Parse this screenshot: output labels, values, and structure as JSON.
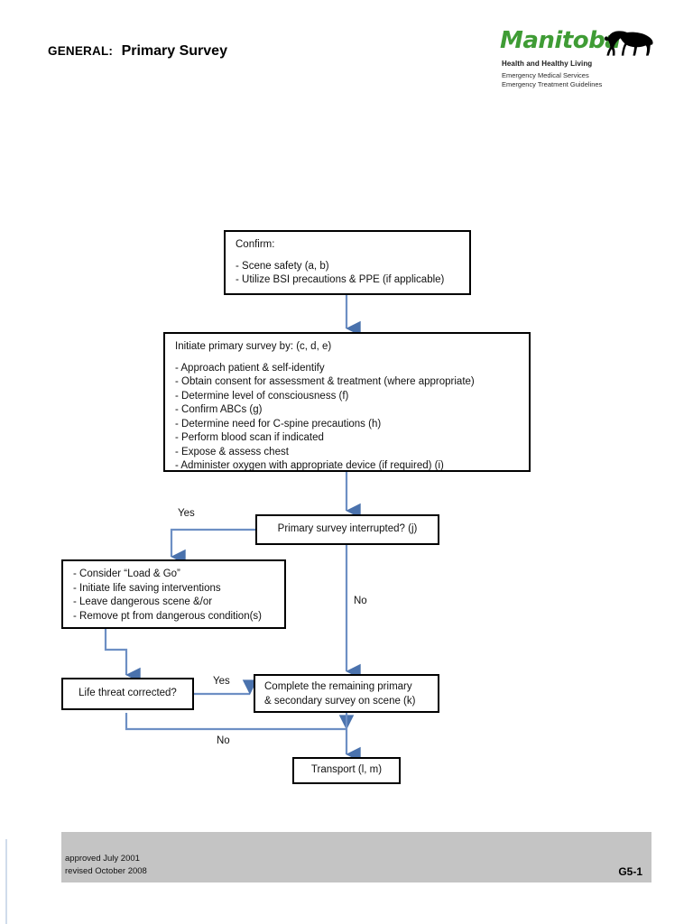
{
  "header": {
    "category": "GENERAL:",
    "title": "Primary Survey"
  },
  "logo": {
    "wordmark": "Manitoba",
    "bison_icon": "bison-icon",
    "line1": "Health and Healthy Living",
    "line2": "Emergency Medical Services",
    "line3": "Emergency Treatment Guidelines",
    "green": "#3f9c35"
  },
  "flowchart": {
    "arrow_color": "#6d8fc4",
    "arrowhead_color": "#4a72ad",
    "box_border": "#000000",
    "nodes": [
      {
        "id": "confirm",
        "heading": "Confirm:",
        "lines": [
          "- Scene safety (a, b)",
          "- Utilize BSI precautions & PPE (if applicable)"
        ]
      },
      {
        "id": "initiate",
        "heading": "Initiate primary survey by: (c, d, e)",
        "lines": [
          "- Approach patient & self-identify",
          "- Obtain consent for assessment & treatment (where appropriate)",
          "- Determine level of consciousness (f)",
          "- Confirm ABCs (g)",
          "- Determine need for C-spine precautions (h)",
          "- Perform blood scan if indicated",
          "- Expose & assess chest",
          "- Administer oxygen with appropriate device (if required) (i)"
        ]
      },
      {
        "id": "interrupted",
        "text": "Primary survey interrupted? (j)"
      },
      {
        "id": "loadgo",
        "lines": [
          "- Consider “Load & Go”",
          "- Initiate life saving interventions",
          "- Leave dangerous scene &/or",
          "- Remove pt from dangerous condition(s)"
        ]
      },
      {
        "id": "lifethreat",
        "text": "Life threat corrected?"
      },
      {
        "id": "complete",
        "lines": [
          "Complete the remaining primary",
          "& secondary survey on scene (k)"
        ]
      },
      {
        "id": "transport",
        "text": "Transport (l, m)"
      }
    ],
    "branch_labels": {
      "interrupted_yes": "Yes",
      "interrupted_no": "No",
      "lifethreat_yes": "Yes",
      "lifethreat_no": "No"
    }
  },
  "footer": {
    "approved": "approved July 2001",
    "revised": "revised October 2008",
    "page_number": "G5-1",
    "bar_color": "#c4c4c4"
  }
}
